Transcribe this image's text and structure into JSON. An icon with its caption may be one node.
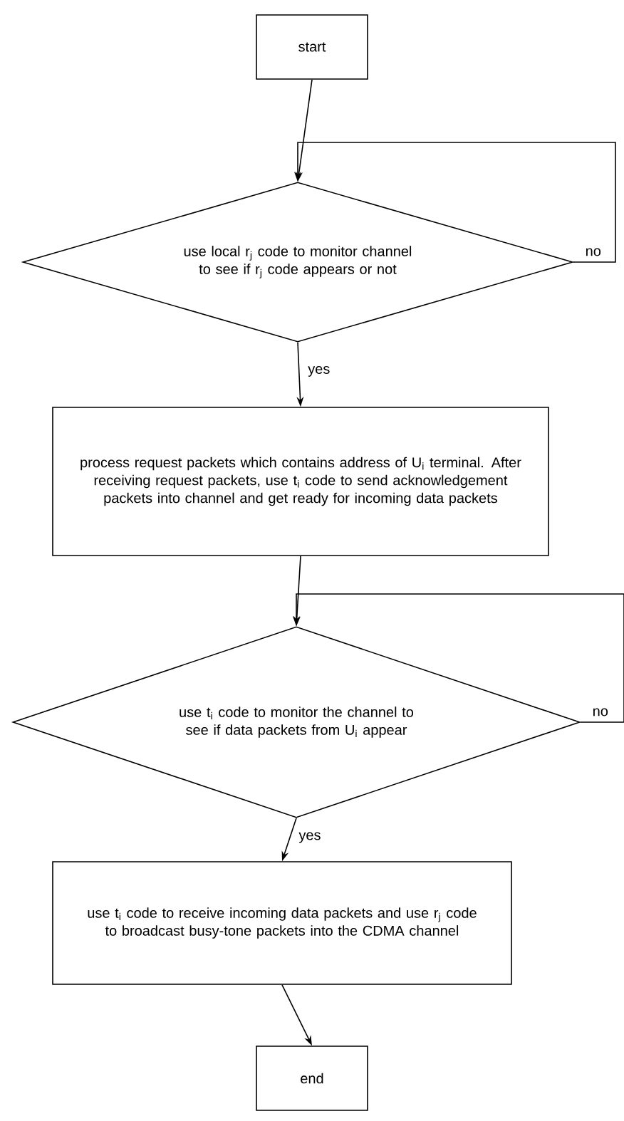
{
  "diagram": {
    "nodes": [
      {
        "text": [
          "start"
        ]
      },
      {
        "text": [
          "use local r$_{j}$ code to monitor channel to see if r$_{j}$ code appears or not"
        ]
      },
      {
        "text": [
          "process request packets which contains address of U$_{i}$ terminal. After receiving request packets, use t$_{i}$ code to send acknowledgement packets into channel and get ready for incoming data packets"
        ]
      },
      {
        "text": [
          "use t$_{i}$ code to monitor the channel to see if data packets from U$_{i}$ appear"
        ]
      },
      {
        "text": [
          "use t$_{i}$ code to receive incoming data packets and use r$_{j}$ code to broadcast busy-tone packets into the CDMA channel"
        ]
      },
      {
        "text": [
          "end"
        ]
      }
    ],
    "edges": [
      {
        "from": 0,
        "to": 1,
        "arrow": "to"
      },
      {
        "from": 1,
        "to": 1,
        "arrow": "to",
        "label": "no"
      },
      {
        "from": 1,
        "to": 2,
        "arrow": "to",
        "label": "yes"
      },
      {
        "from": 2,
        "to": 3,
        "arrow": "to"
      },
      {
        "from": 3,
        "to": 3,
        "arrow": "to",
        "label": "no"
      },
      {
        "from": 3,
        "to": 4,
        "arrow": "to",
        "label": "yes"
      },
      {
        "from": 4,
        "to": 5,
        "arrow": "to"
      }
    ]
  }
}
